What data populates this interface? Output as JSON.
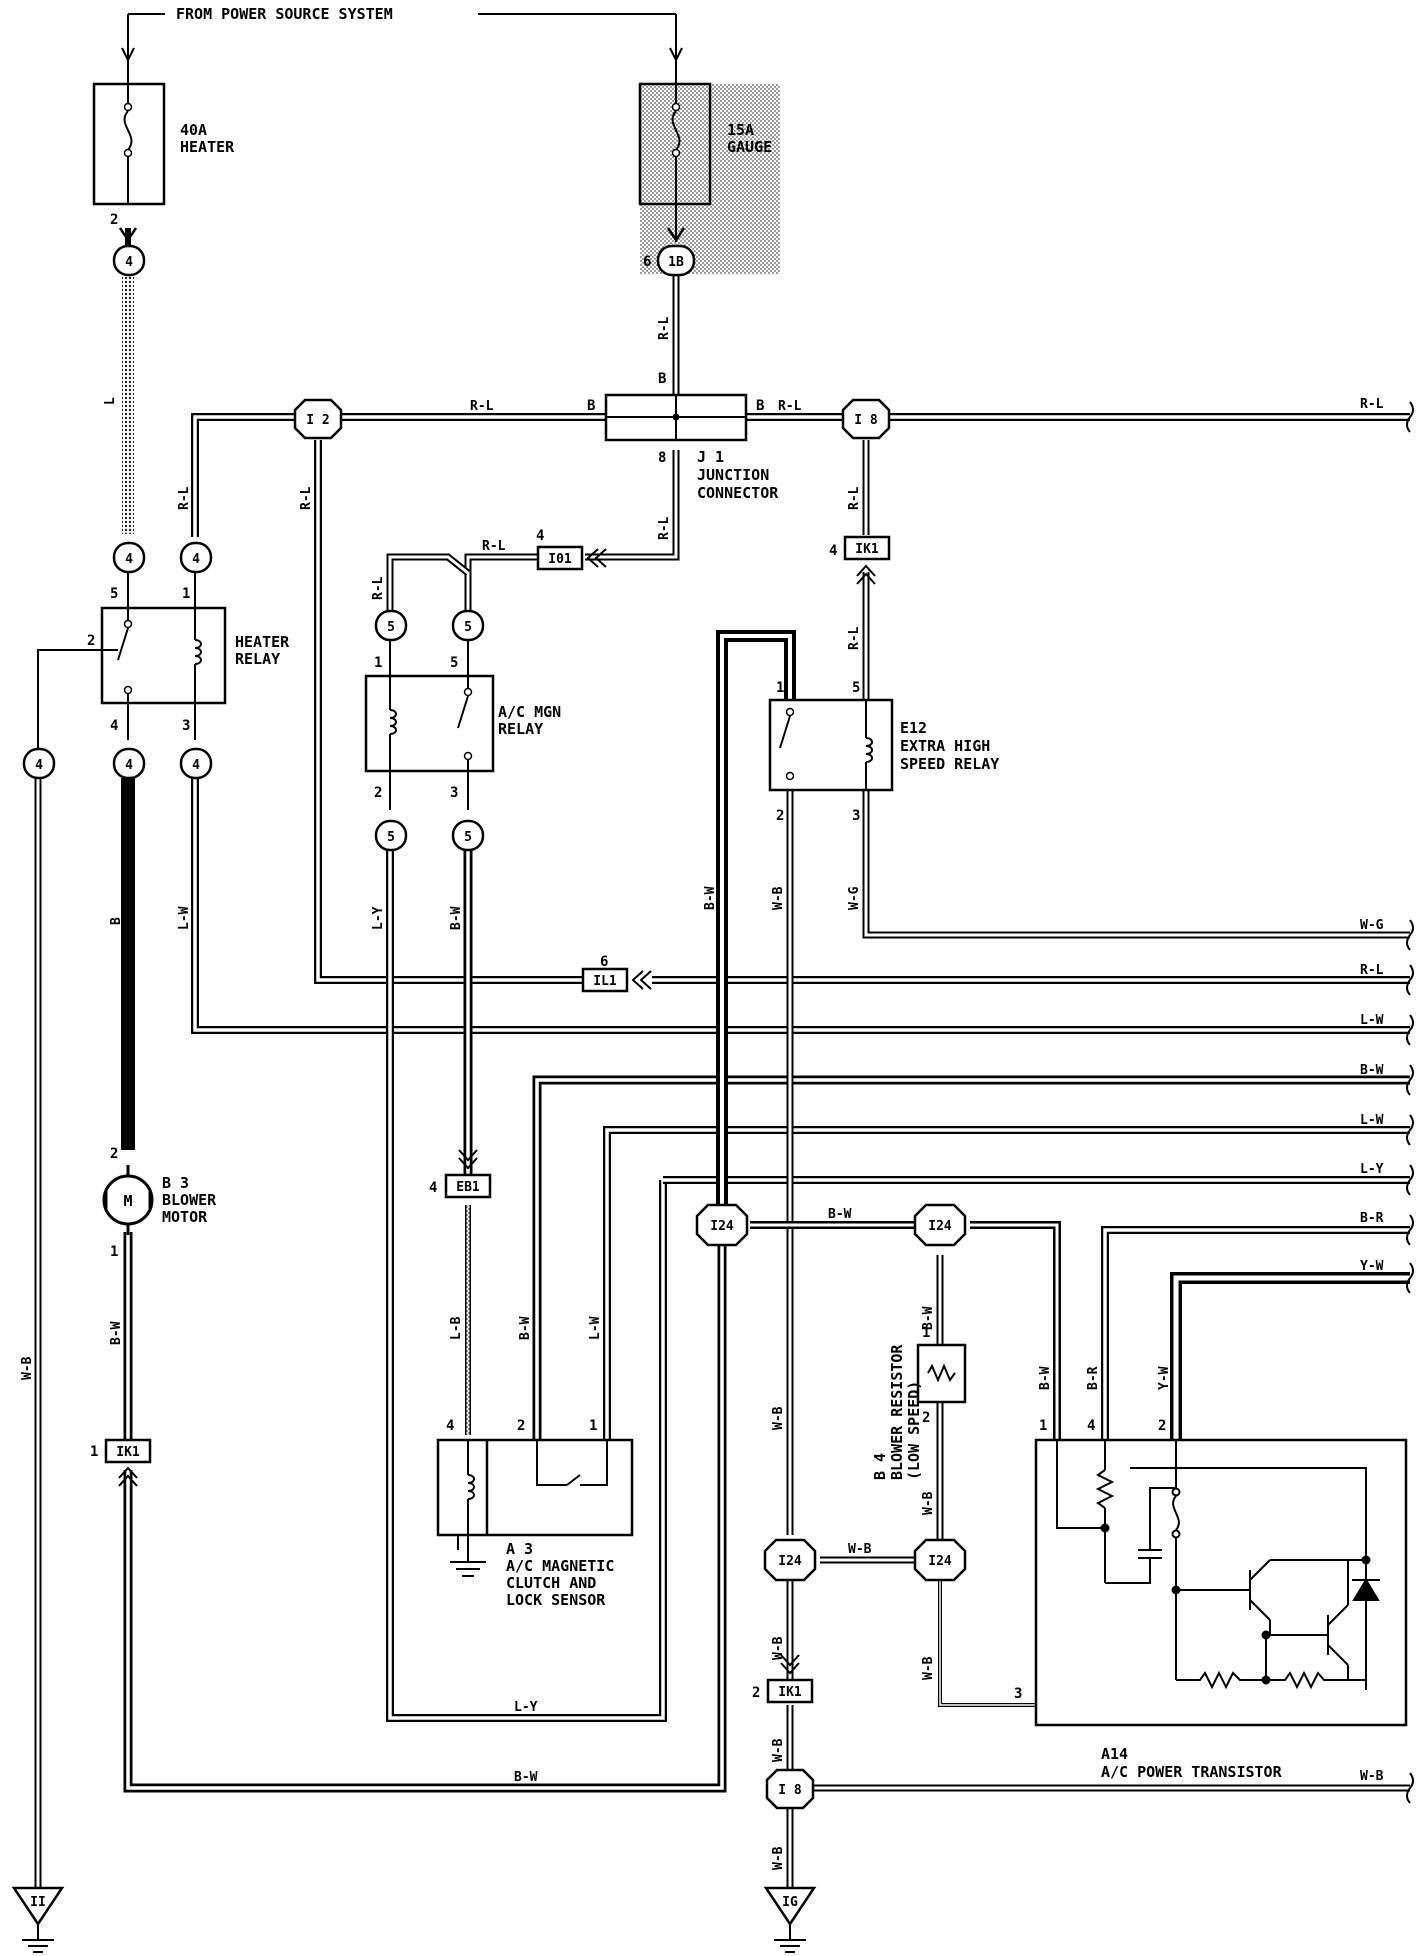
{
  "header": {
    "source": "FROM POWER SOURCE SYSTEM"
  },
  "fuses": [
    {
      "id": "fuse-40a",
      "lines": [
        "40A",
        "HEATER"
      ]
    },
    {
      "id": "fuse-15a",
      "lines": [
        "15A",
        "GAUGE"
      ]
    }
  ],
  "components": {
    "j1": [
      "J 1",
      "JUNCTION",
      "CONNECTOR"
    ],
    "heater_relay": [
      "HEATER",
      "RELAY"
    ],
    "ac_mgn_relay": [
      "A/C MGN",
      "RELAY"
    ],
    "e12": [
      "E12",
      "EXTRA HIGH",
      "SPEED RELAY"
    ],
    "b3": [
      "B 3",
      "BLOWER",
      "MOTOR"
    ],
    "a3": [
      "A 3",
      "A/C MAGNETIC",
      "CLUTCH AND",
      "LOCK SENSOR"
    ],
    "b4": [
      "B 4",
      "BLOWER RESISTOR",
      "(LOW SPEED)"
    ],
    "a14": [
      "A14",
      "A/C POWER TRANSISTOR"
    ]
  },
  "symbols": {
    "motor": "M"
  },
  "connectors": {
    "i2": "I 2",
    "i8": "I 8",
    "j1_1b": "1B",
    "i01": "I01",
    "ik1": "IK1",
    "il1": "IL1",
    "eb1": "EB1",
    "i24": "I24",
    "ii": "II",
    "ig": "IG",
    "c4": "4",
    "c5": "5"
  },
  "wire_colors": {
    "l": "L",
    "rl": "R-L",
    "b": "B",
    "lw": "L-W",
    "wb": "W-B",
    "bw": "B-W",
    "ly": "L-Y",
    "lb": "L-B",
    "wg": "W-G",
    "br": "B-R",
    "yw": "Y-W"
  },
  "right_edge_wires": [
    "R-L",
    "W-G",
    "R-L",
    "L-W",
    "B-W",
    "L-W",
    "L-Y",
    "B-R",
    "Y-W",
    "W-B"
  ],
  "pins": {
    "p1": "1",
    "p2": "2",
    "p3": "3",
    "p4": "4",
    "p5": "5",
    "p6": "6",
    "p8": "8",
    "pB": "B"
  }
}
